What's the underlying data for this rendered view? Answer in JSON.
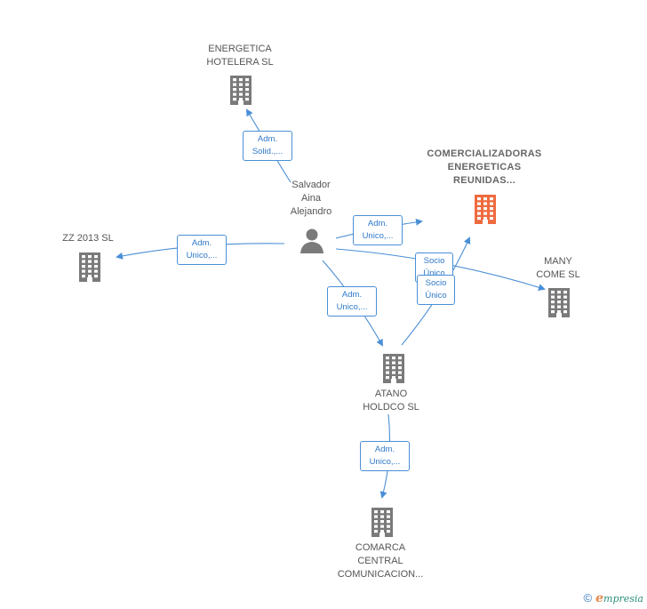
{
  "colors": {
    "edge": "#4a8fd6",
    "building": "#7a7a7a",
    "building_highlight": "#ef6b3f",
    "person": "#7a7a7a"
  },
  "person": {
    "name": [
      "Salvador",
      "Aina",
      "Alejandro"
    ]
  },
  "companies": {
    "energetica": [
      "ENERGETICA",
      "HOTELERA  SL"
    ],
    "comercializadoras": [
      "COMERCIALIZADORAS",
      "ENERGETICAS",
      "REUNIDAS..."
    ],
    "zz2013": [
      "ZZ 2013  SL"
    ],
    "many": [
      "MANY",
      "COME  SL"
    ],
    "atano": [
      "ATANO",
      "HOLDCO  SL"
    ],
    "comarca": [
      "COMARCA",
      "CENTRAL",
      "COMUNICACION..."
    ]
  },
  "relations": {
    "r_energetica": [
      "Adm.",
      "Solid.,..."
    ],
    "r_comercializadoras": [
      "Adm.",
      "Unico,..."
    ],
    "r_zz2013": [
      "Adm.",
      "Unico,..."
    ],
    "r_atano": [
      "Adm.",
      "Unico,..."
    ],
    "r_socio1": [
      "Socio",
      "Único"
    ],
    "r_socio2": [
      "Socio",
      "Único"
    ],
    "r_comarca": [
      "Adm.",
      "Unico,..."
    ]
  },
  "footer": {
    "copyright": "©",
    "brand_first": "e",
    "brand_rest": "mpresia"
  }
}
